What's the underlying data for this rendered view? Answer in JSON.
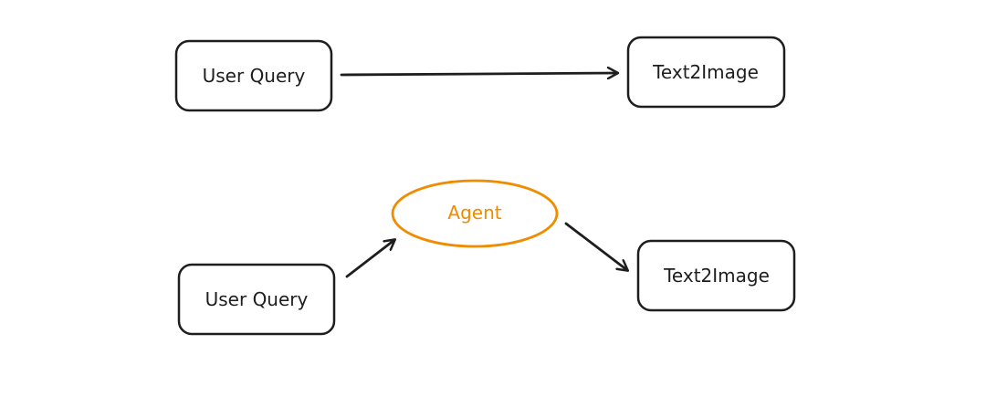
{
  "diagram": {
    "direct_flow": {
      "source": "User Query",
      "target": "Text2Image"
    },
    "agent_flow": {
      "source": "User Query",
      "middle": "Agent",
      "target": "Text2Image"
    }
  },
  "colors": {
    "stroke": "#1e1e1e",
    "agent_accent": "#f08c00",
    "background": "#ffffff"
  }
}
